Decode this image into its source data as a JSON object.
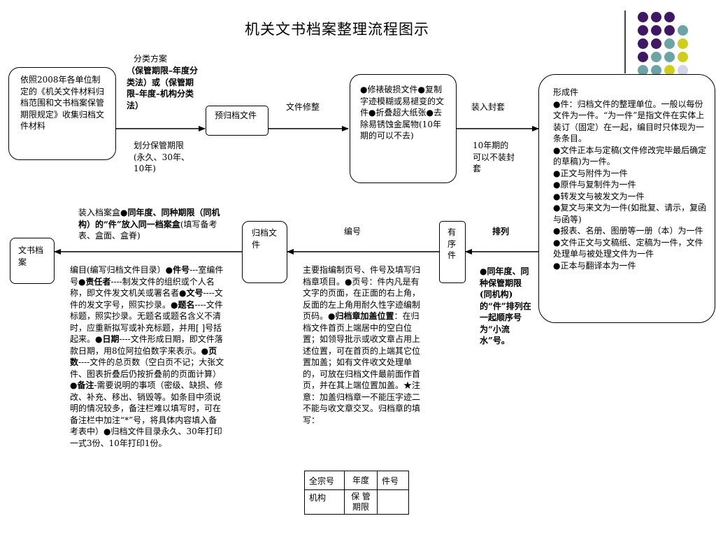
{
  "title": "机关文书档案整理流程图示",
  "dot_colors": {
    "purple": "#3f1764",
    "teal": "#6aa4a4",
    "yellow": "#cfcf1a",
    "lavender": "#d5d5ea"
  },
  "dot_grid": [
    [
      "purple",
      "purple",
      "purple",
      ""
    ],
    [
      "purple",
      "purple",
      "purple",
      "teal"
    ],
    [
      "purple",
      "purple",
      "teal",
      "yellow"
    ],
    [
      "purple",
      "teal",
      "teal",
      "yellow"
    ],
    [
      "teal",
      "teal",
      "yellow",
      "lavender"
    ]
  ],
  "box1": "依照2008年各单位制定的《机关文件材料归档范围和文书档案保管期限规定》收集归档文件材料",
  "label_fenlei_a": "分类方案",
  "label_fenlei_b": "（保管期限–年度分类法）或（保管期限–年度–机构分类法）",
  "label_huafen": "划分保管期限(永久、30年、10年)",
  "box2": "预归档文件",
  "label_xiuzheng": "文件修整",
  "box3": "●修裱破损文件●复制字迹模糊或易褪变的文件●折叠超大纸张●去除易锈蚀金属物(10年期的可以不去)",
  "label_zhuangru": "装入封套",
  "label_10nian": "10年期的可以不装封套",
  "box4": "形成件\n●件：归档文件的整理单位。一般以每份文件为一件。“为一件”是指文件在实体上装订（固定）在一起，编目时只体现为一条条目。\n●文件正本与定稿(文件修改完毕最后确定的草稿)为一件。\n●正文与附件为一件\n●原件与复制件为一件\n●转发文与被发文为一件\n●复文与来文为一件(如批复、请示，复函与函等)\n●报表、名册、图册等一册（本）为一件\n●文件正文与文稿纸、定稿为一件，文件处理单与被处理文件为一件\n●正本与翻译本为一件",
  "box5": "有序件",
  "label_pailie": "排列",
  "label_pailie_desc": "●同年度、同种保管期限(同机构)的“件”排列在一起顺序号为“小流水”号。",
  "label_bianhao": "编号",
  "box6": "归档文件",
  "label_zhuangxiang_a": "装入档案盒●",
  "label_zhuangxiang_b": "同年度、同种期限（同机构）的“件”放入同一档案盒",
  "label_zhuangxiang_c": "(填写备考表、盒面、盒脊)",
  "box7": "文书档案",
  "desc_left": [
    [
      "编目(编写归档文件目录）●",
      false
    ],
    [
      "件号",
      true
    ],
    [
      "---室编件号●",
      false
    ],
    [
      "责任者",
      true
    ],
    [
      "----制发文件的组织或个人名称，即文件发文机关或署名者●",
      false
    ],
    [
      "文号",
      true
    ],
    [
      "----文件的发文字号，照实抄录。●",
      false
    ],
    [
      "题名",
      true
    ],
    [
      "----文件标题，照实抄录。无题名或题名含义不清时，应重新拟写或补充标题，并用[ ]号括起来。●",
      false
    ],
    [
      "日期",
      true
    ],
    [
      "----文件形成日期，即文件落款日期，用8位阿拉伯数字来表示。●",
      false
    ],
    [
      "页数",
      true
    ],
    [
      "----文件的总页数（空白页不记；大张文件、图表折叠后仍按折叠前的页面计算）●",
      false
    ],
    [
      "备注",
      true
    ],
    [
      "-需要说明的事项（密级、缺损、修改、补充、移出、销毁等。如条目中须说明的情况较多，备注栏难以填写时，可在备注栏中加注“*”号，将具体内容填入备考表中）●归档文件目录永久、30年打印一式3份、10年打印1份。",
      false
    ]
  ],
  "desc_mid": [
    [
      "主要指编制页号、件号及填写归档章项目。●页号：件内凡是有文字的页面，在正面的右上角，反面的左上角用耐久性字迹编制页码。●",
      false
    ],
    [
      "归档章加盖位置",
      true
    ],
    [
      "：在归档文件首页上端居中的空白位置；如领导批示或收文章占用上述位置，可在首页的上端其它位置加盖；如有文件收文处理单的，可放在归档文件最前面作首页，并在其上端位置加盖。★注意：加盖归档章一不能压字迹二不能与收文章交叉。归档章的填写：",
      false
    ]
  ],
  "seal_table": [
    [
      "全宗号",
      "年度",
      "件号"
    ],
    [
      "机构",
      "保 管期限",
      ""
    ]
  ]
}
